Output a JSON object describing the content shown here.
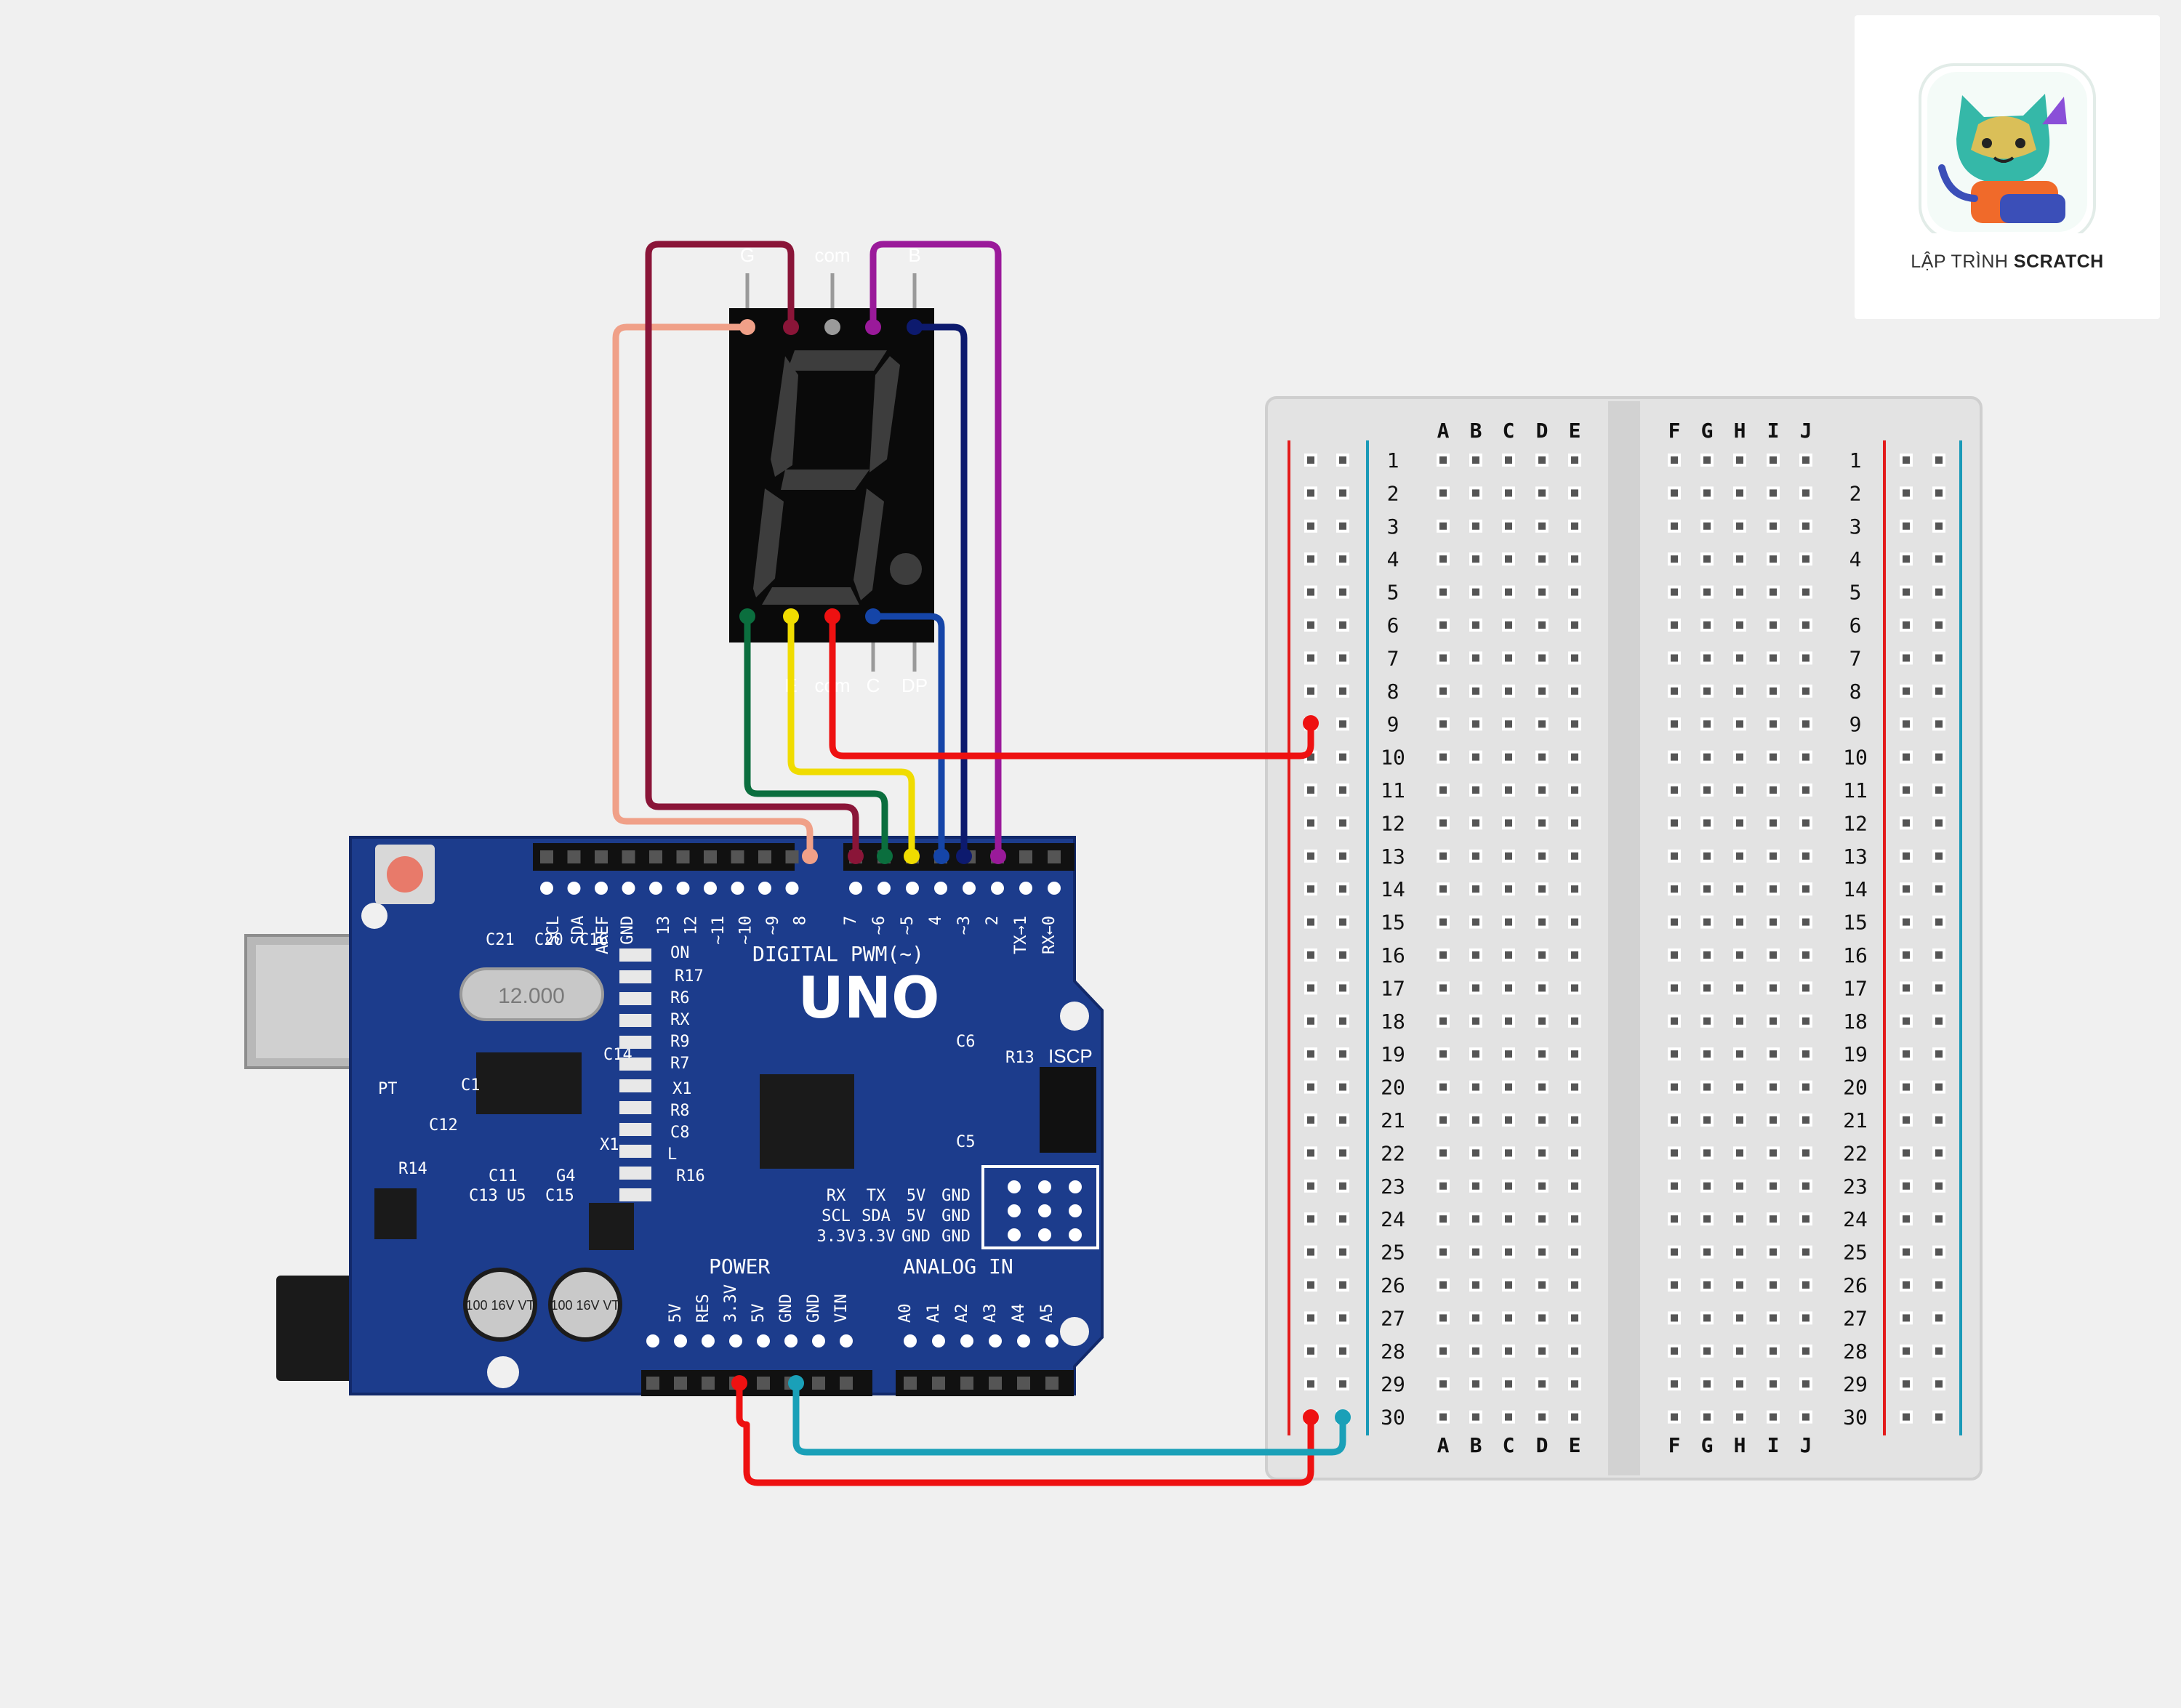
{
  "colors": {
    "background": "#f0f0f0",
    "board_blue": "#1c3c8c",
    "board_light": "#2b53b2",
    "display_body": "#0a0a0a",
    "segment_off": "#3d3d3d",
    "wire_g": "#f0a088",
    "wire_f": "#8a1538",
    "wire_a": "#9a1a9a",
    "wire_b": "#0d1a6e",
    "wire_e": "#0b6e3e",
    "wire_d": "#f0dc00",
    "wire_c": "#1545a8",
    "wire_com": "#ee1111",
    "wire_gnd": "#1aa0b8"
  },
  "logo": {
    "caption_prefix": "LẬP TRÌNH ",
    "caption_bold": "SCRATCH",
    "icon": "cat-coder-icon"
  },
  "display": {
    "top_labels": [
      "G",
      "com",
      "B"
    ],
    "bottom_labels": [
      "E",
      "com",
      "C",
      "DP"
    ]
  },
  "breadboard": {
    "left_columns": [
      "A",
      "B",
      "C",
      "D",
      "E"
    ],
    "right_columns": [
      "F",
      "G",
      "H",
      "I",
      "J"
    ],
    "row_count": 30
  },
  "arduino": {
    "model": "UNO",
    "digital_header_label": "DIGITAL PWM(~)",
    "digital_pins": [
      "SCL",
      "SDA",
      "AREF",
      "GND",
      "13",
      "12",
      "~11",
      "~10",
      "~9",
      "8",
      "7",
      "~6",
      "~5",
      "4",
      "~3",
      "2",
      "TX→1",
      "RX←0"
    ],
    "power_label": "POWER",
    "power_pins": [
      "5V",
      "RES",
      "3.3V",
      "5V",
      "GND",
      "GND",
      "VIN"
    ],
    "analog_label": "ANALOG IN",
    "analog_pins": [
      "A0",
      "A1",
      "A2",
      "A3",
      "A4",
      "A5"
    ],
    "icsp_label": "ISCP",
    "crystal_text": "12.000",
    "cap_text": "100 16V VT",
    "component_labels": [
      "C21",
      "C20",
      "C16",
      "ON",
      "R17",
      "R6",
      "RX",
      "R9",
      "R7",
      "X1",
      "R8",
      "C8",
      "L",
      "R16",
      "C1",
      "C14",
      "C12",
      "PT",
      "X1",
      "R14",
      "C11",
      "G4",
      "C13",
      "U5",
      "C15",
      "C6",
      "R13",
      "C5"
    ],
    "header_rows": [
      "RX",
      "TX",
      "5V",
      "GND",
      "SCL",
      "SDA",
      "5V",
      "GND",
      "3.3V",
      "3.3V",
      "GND",
      "GND"
    ]
  }
}
